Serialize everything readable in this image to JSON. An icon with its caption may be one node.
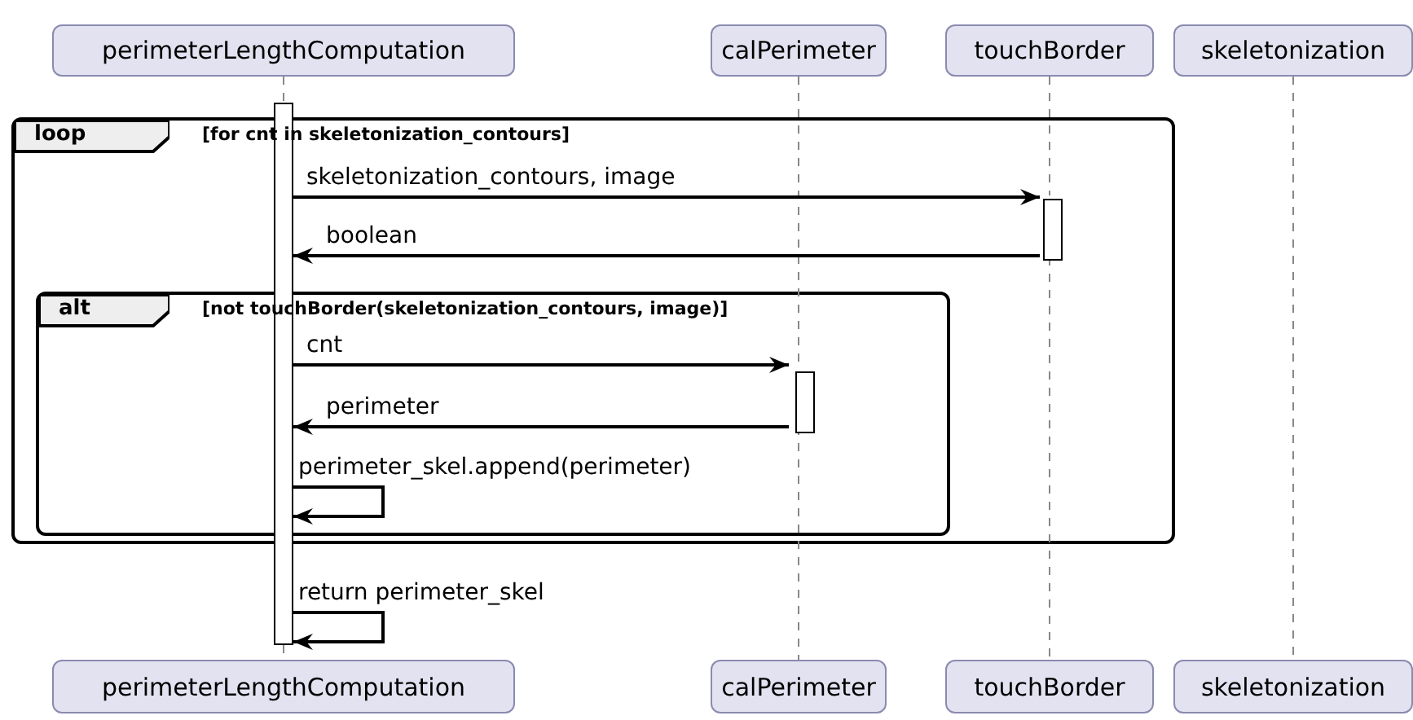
{
  "diagram": {
    "nodes": [
      {
        "text": [
          "perimeterLengthComputation"
        ]
      },
      {
        "text": [
          "calPerimeter"
        ]
      },
      {
        "text": [
          "touchBorder"
        ]
      },
      {
        "text": [
          "skeletonization"
        ]
      },
      {
        "text": [
          "perimeterLengthComputation"
        ]
      },
      {
        "text": [
          "calPerimeter"
        ]
      },
      {
        "text": [
          "touchBorder"
        ]
      },
      {
        "text": [
          "skeletonization"
        ]
      },
      {
        "text": [
          "loop",
          "[for cnt in skeletonization_contours]"
        ]
      },
      {
        "text": [
          "alt",
          "[not touchBorder(skeletonization_contours, image)]"
        ],
        "in": 8
      },
      {
        "text": [],
        "shape": "bar"
      },
      {
        "text": [],
        "shape": "bar",
        "in": 8
      },
      {
        "text": [],
        "shape": "bar",
        "in": 9
      }
    ],
    "edges": [
      {
        "from": 0,
        "to": 10,
        "arrow": "none",
        "style": "dashed"
      },
      {
        "from": 10,
        "to": 4,
        "arrow": "none",
        "style": "dashed"
      },
      {
        "from": 1,
        "to": 12,
        "arrow": "none",
        "style": "dashed"
      },
      {
        "from": 12,
        "to": 5,
        "arrow": "none",
        "style": "dashed"
      },
      {
        "from": 2,
        "to": 11,
        "arrow": "none",
        "style": "dashed"
      },
      {
        "from": 11,
        "to": 6,
        "arrow": "none",
        "style": "dashed"
      },
      {
        "from": 3,
        "to": 7,
        "arrow": "none",
        "style": "dashed"
      },
      {
        "from": 10,
        "to": 11,
        "arrow": "to",
        "label": "skeletonization_contours, image",
        "color": "#000000"
      },
      {
        "from": 11,
        "to": 10,
        "arrow": "to",
        "label": "boolean",
        "color": "#000000"
      },
      {
        "from": 10,
        "to": 12,
        "arrow": "to",
        "label": "cnt",
        "color": "#000000"
      },
      {
        "from": 12,
        "to": 10,
        "arrow": "to",
        "label": "perimeter",
        "color": "#000000"
      },
      {
        "from": 10,
        "to": 10,
        "arrow": "to",
        "label": "perimeter_skel.append(perimeter)",
        "color": "#000000"
      },
      {
        "from": 10,
        "to": 10,
        "arrow": "to",
        "label": "return perimeter_skel",
        "color": "#000000"
      }
    ]
  }
}
